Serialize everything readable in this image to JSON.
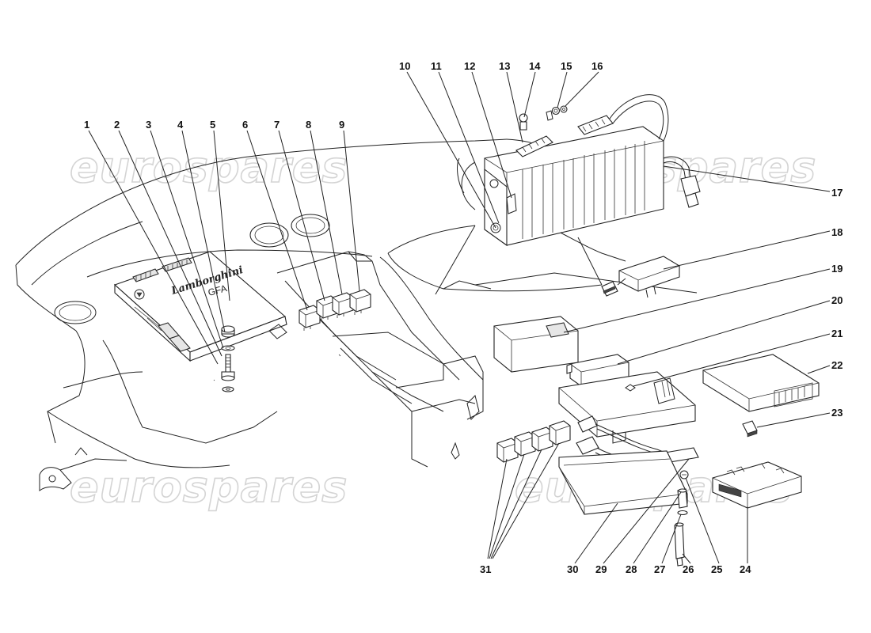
{
  "watermark": {
    "text": "eurospares",
    "color": "#d4d4d4"
  },
  "logo": {
    "brand": "Lamborghini",
    "model": "GFA"
  },
  "callouts": [
    "1",
    "2",
    "3",
    "4",
    "5",
    "6",
    "7",
    "8",
    "9",
    "10",
    "11",
    "12",
    "13",
    "14",
    "15",
    "16",
    "17",
    "18",
    "19",
    "20",
    "21",
    "22",
    "23",
    "24",
    "25",
    "26",
    "27",
    "28",
    "29",
    "30",
    "31"
  ]
}
